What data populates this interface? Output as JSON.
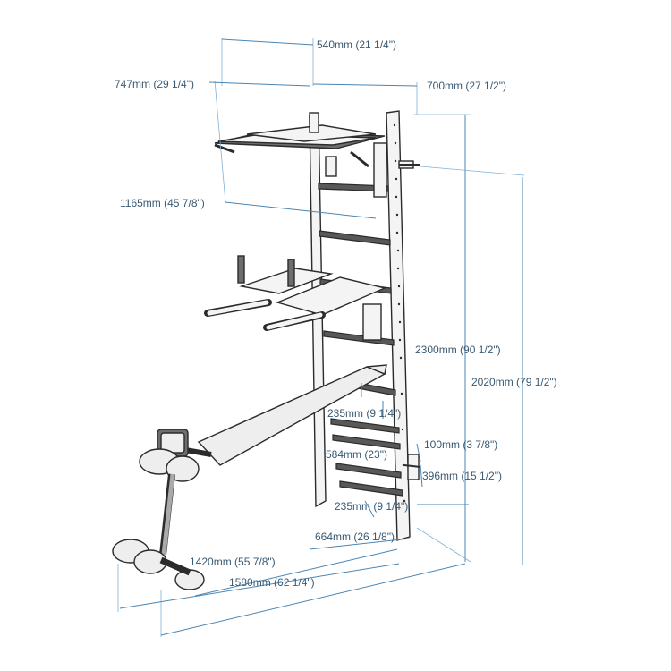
{
  "diagram": {
    "colors": {
      "dimension": "#4a86b4",
      "label": "#3a5a72",
      "outline": "#2b2b2b"
    },
    "dimensions": {
      "top_width": "540mm (21 1/4\")",
      "bar_depth": "747mm (29 1/4\")",
      "wall_offset": "700mm (27 1/2\")",
      "bar_span": "1165mm (45 7/8\")",
      "total_height": "2300mm (90 1/2\")",
      "mount_height": "2020mm (79 1/2\")",
      "rung_gap_upper": "235mm (9 1/4\")",
      "bracket_width": "100mm (3 7/8\")",
      "bench_height": "584mm (23\")",
      "bracket_height": "396mm (15 1/2\")",
      "rung_gap_lower": "235mm (9 1/4\")",
      "base_width": "664mm (26 1/8\")",
      "bench_length": "1420mm (55 7/8\")",
      "total_length": "1580mm (62 1/4\")"
    }
  }
}
